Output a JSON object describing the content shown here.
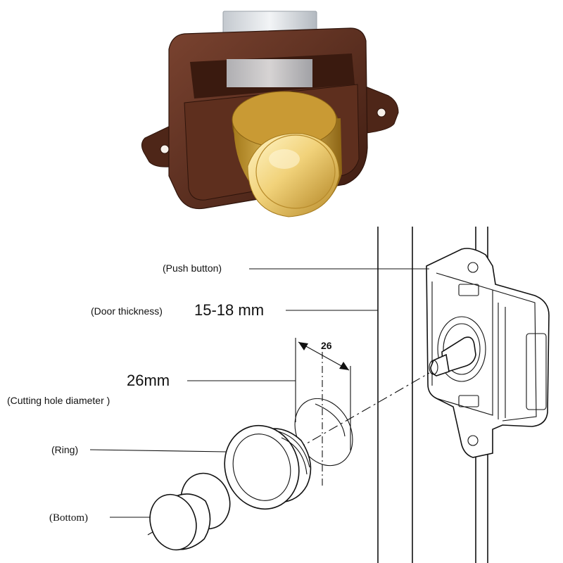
{
  "labels": {
    "push_button": "(Push button)",
    "door_thickness_prefix": "(Door thickness)",
    "door_thickness_value": "15-18 mm",
    "hole_diameter_value": "26mm",
    "cutting_hole": "(Cutting hole diameter )",
    "ring": "(Ring)",
    "bottom": "(Bottom)",
    "dimension": "26"
  },
  "colors": {
    "housing": "#5a2d1d",
    "housing_light": "#7a4330",
    "housing_dark": "#3e1c11",
    "gold": "#e9c35e",
    "gold_light": "#fff3c2",
    "gold_dark": "#a57a1c",
    "steel": "#d9dde2",
    "ink": "#111111"
  }
}
